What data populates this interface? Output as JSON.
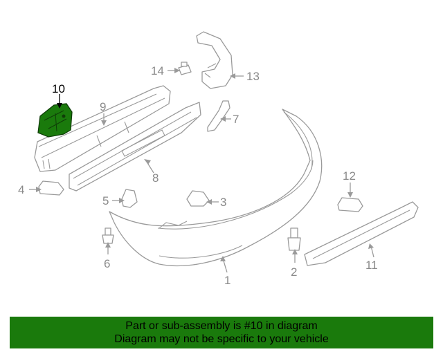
{
  "callouts": {
    "c1": "1",
    "c2": "2",
    "c3": "3",
    "c4": "4",
    "c5": "5",
    "c6": "6",
    "c7": "7",
    "c8": "8",
    "c9": "9",
    "c10": "10",
    "c11": "11",
    "c12": "12",
    "c13": "13",
    "c14": "14"
  },
  "highlight_color": "#1a7a0c",
  "banner": {
    "line1": "Part or sub-assembly is #10 in diagram",
    "line2": "Diagram may not be specific to your vehicle"
  }
}
